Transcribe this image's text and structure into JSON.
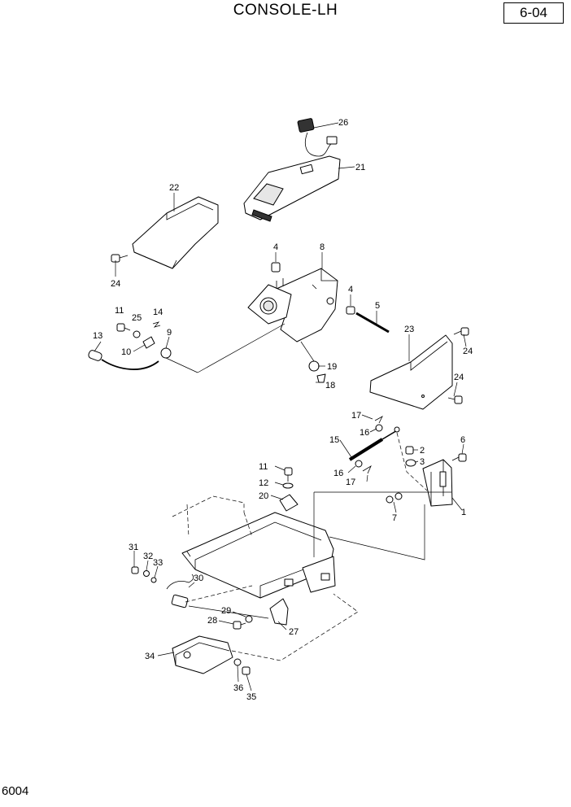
{
  "header": {
    "title": "CONSOLE-LH",
    "page_number": "6-04"
  },
  "footer": {
    "code": "6004"
  },
  "callouts": [
    "26",
    "21",
    "22",
    "24",
    "4",
    "8",
    "4",
    "5",
    "11",
    "25",
    "14",
    "13",
    "9",
    "10",
    "23",
    "24",
    "19",
    "18",
    "24",
    "17",
    "16",
    "15",
    "2",
    "6",
    "3",
    "16",
    "17",
    "11",
    "12",
    "20",
    "7",
    "1",
    "31",
    "32",
    "33",
    "30",
    "29",
    "28",
    "27",
    "34",
    "36",
    "35"
  ]
}
